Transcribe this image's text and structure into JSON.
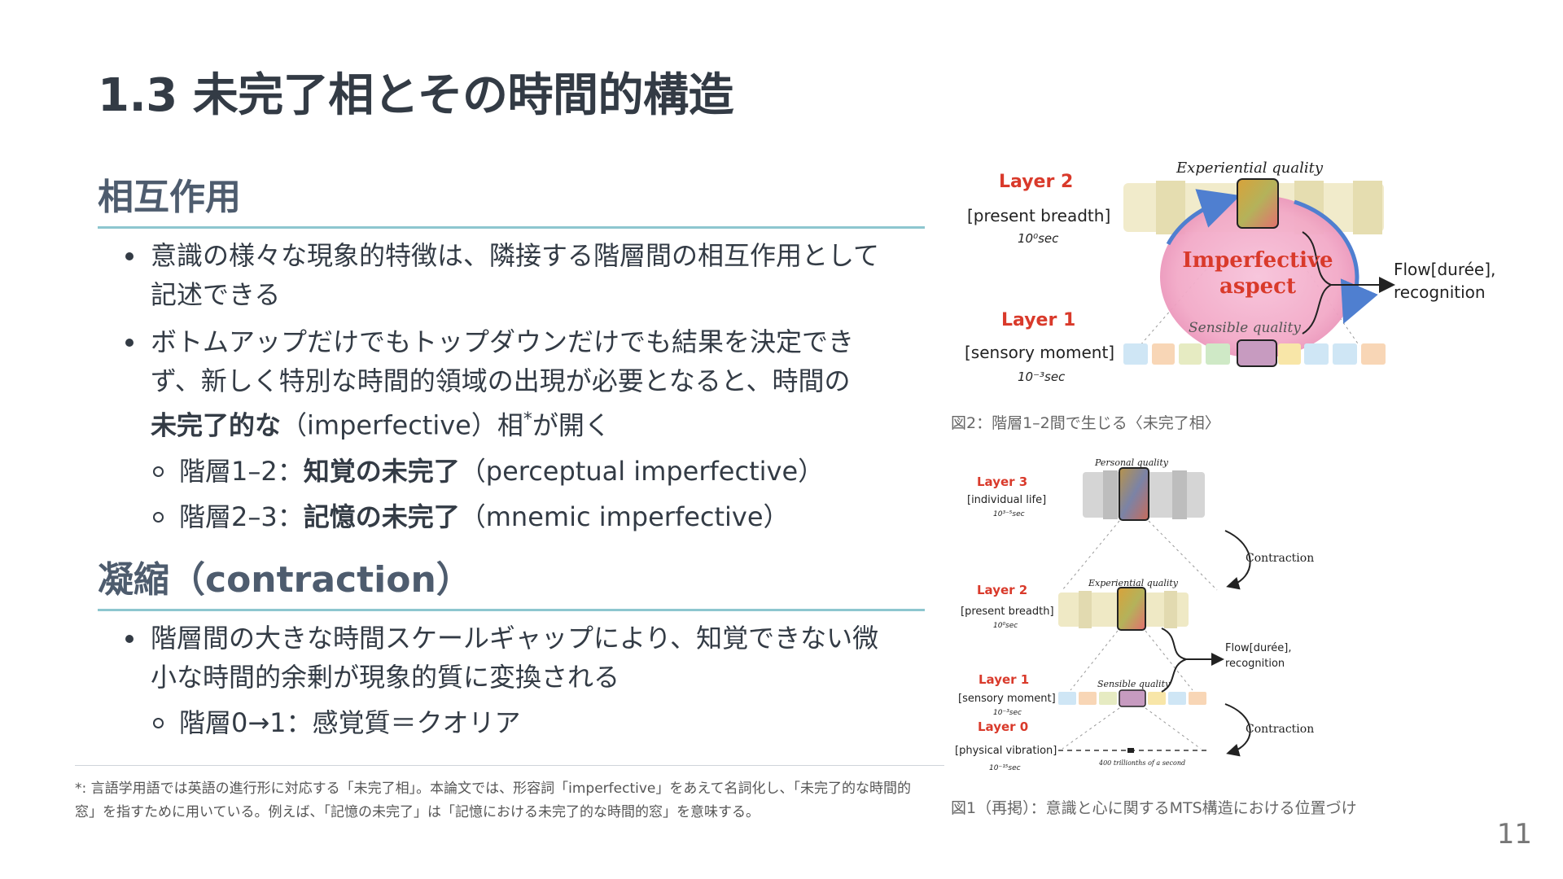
{
  "title": "1.3 未完了相とその時間的構造",
  "section1": {
    "heading": "相互作用",
    "bullet1": "意識の様々な現象的特徴は、隣接する階層間の相互作用として記述できる",
    "bullet2_a": "ボトムアップだけでもトップダウンだけでも結果を決定できず、新しく特別な時間的領域の出現が必要となると、時間の",
    "bullet2_bold": "未完了的な",
    "bullet2_b": "（imperfective）相",
    "bullet2_sup": "*",
    "bullet2_c": "が開く",
    "sub1_a": "階層1–2：",
    "sub1_bold": "知覚の未完了",
    "sub1_b": "（perceptual imperfective）",
    "sub2_a": "階層2–3：",
    "sub2_bold": "記憶の未完了",
    "sub2_b": "（mnemic imperfective）"
  },
  "section2": {
    "heading": "凝縮（contraction）",
    "bullet1": "階層間の大きな時間スケールギャップにより、知覚できない微小な時間的余剰が現象的質に変換される",
    "sub1": "階層0→1：感覚質＝クオリア"
  },
  "footnote": {
    "mark": "*",
    "text": ": 言語学用語では英語の進行形に対応する「未完了相」。本論文では、形容詞「imperfective」をあえて名詞化し、「未完了的な時間的窓」を指すために用いている。例えば、「記憶の未完了」は「記憶における未完了的な時間的窓」を意味する。"
  },
  "page_number": "11",
  "figure2": {
    "caption": "図2：階層1–2間で生じる〈未完了相〉",
    "layer2": "Layer 2",
    "layer2_desc": "[present breadth]",
    "layer2_time": "10⁰sec",
    "layer1": "Layer 1",
    "layer1_desc": "[sensory moment]",
    "layer1_time": "10⁻³sec",
    "experiential": "Experiential quality",
    "imperfective1": "Imperfective",
    "imperfective2": "aspect",
    "sensible": "Sensible quality",
    "flow1": "Flow[durée],",
    "flow2": "recognition",
    "colors": {
      "layer_label": "#d93a2b",
      "pink": "#f2a9c7",
      "blue_arrow": "#4f7fd0"
    }
  },
  "figure1": {
    "caption": "図1（再掲）：意識と心に関するMTS構造における位置づけ",
    "layer3": "Layer 3",
    "layer3_desc": "[individual life]",
    "layer3_time": "10³⁻⁵sec",
    "personal": "Personal quality",
    "contraction1": "Contraction",
    "layer2": "Layer 2",
    "layer2_desc": "[present breadth]",
    "layer2_time": "10⁰sec",
    "experiential": "Experiential quality",
    "flow1": "Flow[durée],",
    "flow2": "recognition",
    "layer1": "Layer 1",
    "layer1_desc": "[sensory moment]",
    "layer1_time": "10⁻³sec",
    "sensible": "Sensible quality",
    "contraction2": "Contraction",
    "layer0": "Layer 0",
    "layer0_desc": "[physical vibration]",
    "layer0_time": "10⁻¹⁵sec",
    "trillionths": "400 trillionths of a second"
  }
}
